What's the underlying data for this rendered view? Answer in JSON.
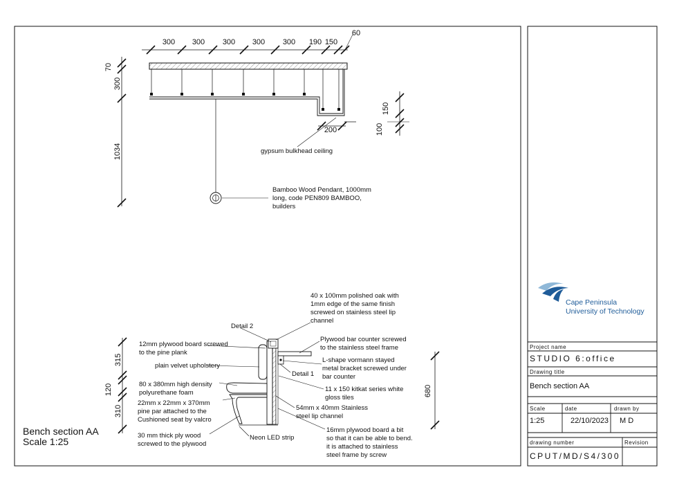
{
  "ceiling_dims": {
    "top_segments": [
      "300",
      "300",
      "300",
      "300",
      "300",
      "190",
      "150",
      "60"
    ],
    "left_vertical": [
      "70",
      "300",
      "1034"
    ],
    "right_vertical": [
      "150",
      "100"
    ],
    "bulkhead_width": "200"
  },
  "ceiling_notes": {
    "bulkhead": "gypsum bulkhead ceiling",
    "pendant": [
      "Bamboo Wood Pendant, 1000mm",
      "long, code PEN809 BAMBOO,",
      "builders"
    ]
  },
  "bench_dims": {
    "left_vertical": [
      "315",
      "120",
      "310"
    ],
    "right_vertical": "680"
  },
  "bench_notes": {
    "oak_top": [
      "40 x 100mm polished oak with",
      "1mm edge of the same finish",
      "screwed on stainless steel lip",
      "channel"
    ],
    "detail_2": "Detail 2",
    "detail_1": "Detail 1",
    "ply_board": [
      "12mm plywood board screwed",
      "to the pine plank"
    ],
    "velvet": "plain velvet upholstery",
    "foam": [
      "80 x 380mm high density",
      "polyurethane foam"
    ],
    "pine": [
      "22mm x 22mm x 370mm",
      "pine par attached to the",
      "Cushioned seat by valcro"
    ],
    "thick_ply": [
      "30 mm thick ply wood",
      "screwed to the plywood"
    ],
    "neon": "Neon LED strip",
    "bar_counter": [
      "Plywood bar counter screwed",
      "to the stainless steel frame"
    ],
    "l_shape": [
      "L-shape vormann stayed",
      "metal bracket screwed under",
      "bar counter"
    ],
    "tiles": [
      "11 x 150 kitkat series white",
      "gloss tiles"
    ],
    "lip_channel": [
      "54mm x 40mm Stainless",
      "steel lip channel"
    ],
    "bend_ply": [
      "16mm plywood board  a bit",
      "so that it can be able to bend.",
      "it is attached to stainless",
      "steel frame by screw"
    ]
  },
  "section_label": {
    "title": "Bench section AA",
    "scale": "Scale 1:25"
  },
  "title_block": {
    "logo_line1": "Cape Peninsula",
    "logo_line2": "University of Technology",
    "project_name_label": "Project name",
    "project_name": "STUDIO 6:office",
    "drawing_title_label": "Drawing title",
    "drawing_title": "Bench section AA",
    "scale_label": "Scale",
    "scale": "1:25",
    "date_label": "date",
    "date": "22/10/2023",
    "drawn_by_label": "drawn by",
    "drawn_by": "M D",
    "drawing_number_label": "drawing number",
    "drawing_number": "CPUT/MD/S4/300",
    "revision_label": "Revision"
  },
  "colors": {
    "line": "#111111",
    "logo_blue": "#1f5c99",
    "logo_light": "#8fb8d8",
    "hatch": "#444444"
  }
}
